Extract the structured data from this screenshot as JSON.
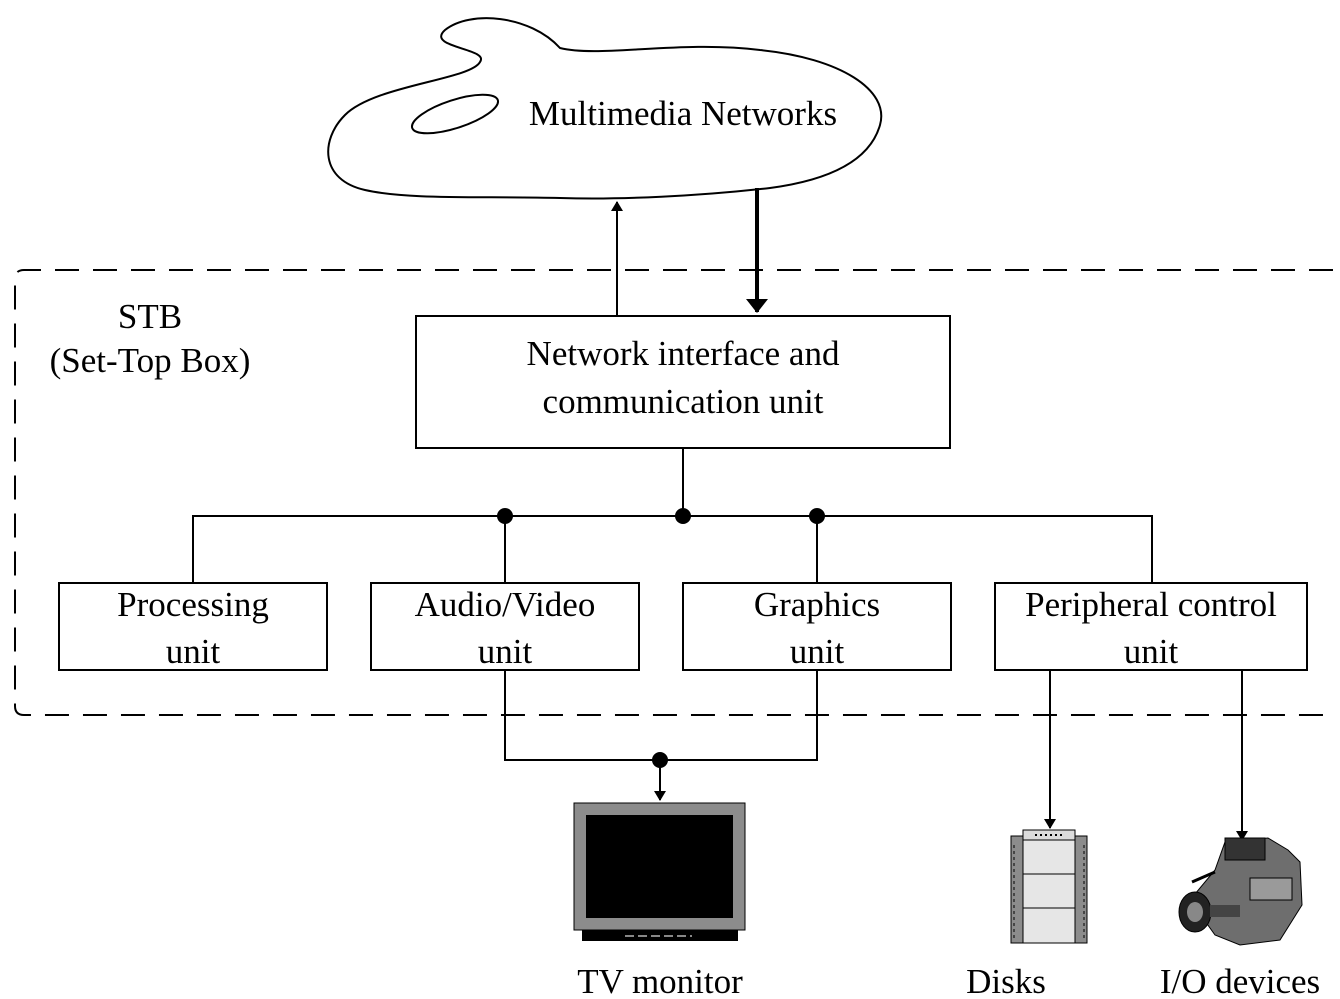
{
  "network": {
    "label": "Multimedia Networks"
  },
  "stb": {
    "title": "STB",
    "subtitle": "(Set-Top Box)"
  },
  "nic": {
    "line1": "Network interface and",
    "line2": "communication unit"
  },
  "units": [
    {
      "line1": "Processing",
      "line2": "unit"
    },
    {
      "line1": "Audio/Video",
      "line2": "unit"
    },
    {
      "line1": "Graphics",
      "line2": "unit"
    },
    {
      "line1": "Peripheral control",
      "line2": "unit"
    }
  ],
  "devices": {
    "tv": "TV monitor",
    "disks": "Disks",
    "io": "I/O devices"
  },
  "icons": {
    "cloud": "network-cloud-icon",
    "tv": "tv-monitor-icon",
    "disks": "disk-array-icon",
    "io": "camcorder-icon"
  }
}
